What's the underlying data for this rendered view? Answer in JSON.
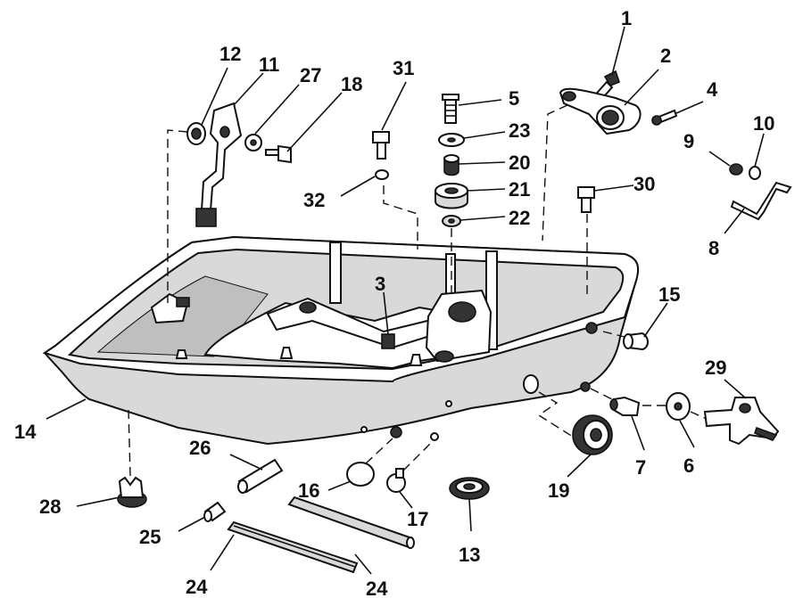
{
  "callouts": [
    {
      "id": "1",
      "text": "1"
    },
    {
      "id": "2",
      "text": "2"
    },
    {
      "id": "3",
      "text": "3"
    },
    {
      "id": "4",
      "text": "4"
    },
    {
      "id": "5",
      "text": "5"
    },
    {
      "id": "6",
      "text": "6"
    },
    {
      "id": "7",
      "text": "7"
    },
    {
      "id": "8",
      "text": "8"
    },
    {
      "id": "9",
      "text": "9"
    },
    {
      "id": "10",
      "text": "10"
    },
    {
      "id": "11",
      "text": "11"
    },
    {
      "id": "12",
      "text": "12"
    },
    {
      "id": "13",
      "text": "13"
    },
    {
      "id": "14",
      "text": "14"
    },
    {
      "id": "15",
      "text": "15"
    },
    {
      "id": "16",
      "text": "16"
    },
    {
      "id": "17",
      "text": "17"
    },
    {
      "id": "18",
      "text": "18"
    },
    {
      "id": "19",
      "text": "19"
    },
    {
      "id": "20",
      "text": "20"
    },
    {
      "id": "21",
      "text": "21"
    },
    {
      "id": "22",
      "text": "22"
    },
    {
      "id": "23",
      "text": "23"
    },
    {
      "id": "24a",
      "text": "24"
    },
    {
      "id": "24b",
      "text": "24"
    },
    {
      "id": "25",
      "text": "25"
    },
    {
      "id": "26",
      "text": "26"
    },
    {
      "id": "27",
      "text": "27"
    },
    {
      "id": "28",
      "text": "28"
    },
    {
      "id": "29",
      "text": "29"
    },
    {
      "id": "30",
      "text": "30"
    },
    {
      "id": "31",
      "text": "31"
    },
    {
      "id": "32",
      "text": "32"
    }
  ]
}
